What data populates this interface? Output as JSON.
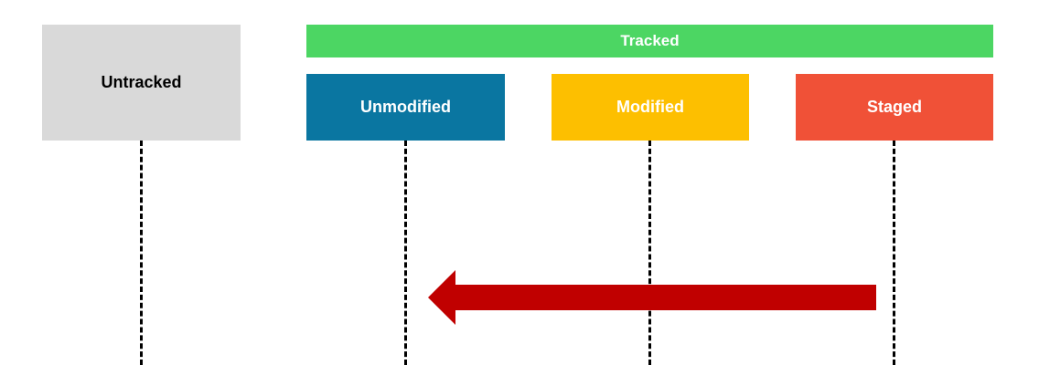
{
  "diagram": {
    "untracked": {
      "label": "Untracked",
      "color": "#d9d9d9",
      "text_color": "#000000"
    },
    "tracked": {
      "label": "Tracked",
      "color": "#4cd663",
      "text_color": "#ffffff"
    },
    "unmodified": {
      "label": "Unmodified",
      "color": "#0a76a1",
      "text_color": "#ffffff"
    },
    "modified": {
      "label": "Modified",
      "color": "#fdbf00",
      "text_color": "#ffffff"
    },
    "staged": {
      "label": "Staged",
      "color": "#f05137",
      "text_color": "#ffffff"
    },
    "arrow": {
      "from": "staged",
      "to": "unmodified",
      "color": "#c00000"
    }
  }
}
